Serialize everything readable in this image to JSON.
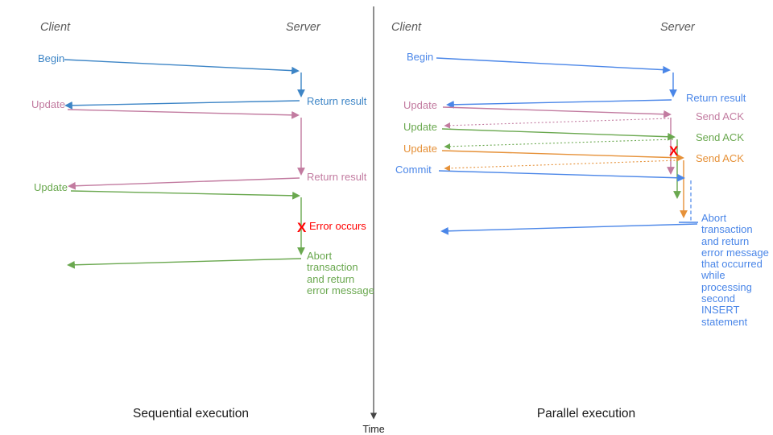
{
  "palette": {
    "blue_left": "#3d85c6",
    "blue_right": "#4a86e8",
    "pink": "#c27ba0",
    "green": "#6aa84f",
    "orange": "#e69138",
    "red": "#ff0000",
    "axis": "#444444",
    "header_gray": "#595959"
  },
  "time_axis": {
    "label": "Time"
  },
  "left": {
    "title": "Sequential execution",
    "client_header": "Client",
    "server_header": "Server",
    "begin": "Begin",
    "return_result_1": "Return result",
    "update_1": "Update",
    "return_result_2": "Return result",
    "update_2": "Update",
    "error_mark": "X",
    "error_label": "Error occurs",
    "abort_message": "Abort\ntransaction\nand return\nerror message"
  },
  "right": {
    "title": "Parallel execution",
    "client_header": "Client",
    "server_header": "Server",
    "begin": "Begin",
    "return_result": "Return result",
    "update_1": "Update",
    "send_ack_1": "Send ACK",
    "update_2": "Update",
    "send_ack_2": "Send ACK",
    "update_3": "Update",
    "send_ack_3": "Send ACK",
    "error_mark": "X",
    "commit": "Commit",
    "abort_message": "Abort\ntransaction\nand return\nerror message\nthat occurred\nwhile\nprocessing\nsecond\nINSERT\nstatement"
  }
}
